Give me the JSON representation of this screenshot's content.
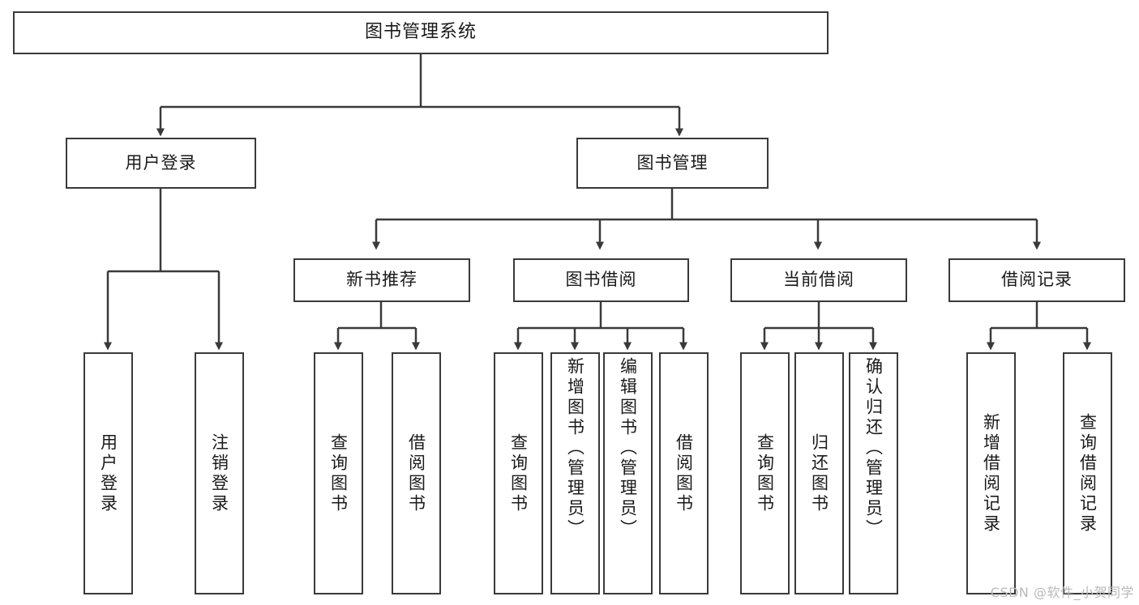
{
  "diagram": {
    "title": "图书管理系统",
    "type": "tree",
    "root": {
      "label": "图书管理系统"
    },
    "level2": [
      {
        "label": "用户登录"
      },
      {
        "label": "图书管理"
      }
    ],
    "level3": [
      {
        "label": "新书推荐"
      },
      {
        "label": "图书借阅"
      },
      {
        "label": "当前借阅"
      },
      {
        "label": "借阅记录"
      }
    ],
    "leaves": {
      "user_login": [
        {
          "label": "用户登录"
        },
        {
          "label": "注销登录"
        }
      ],
      "new_book_recommend": [
        {
          "label": "查询图书"
        },
        {
          "label": "借阅图书"
        }
      ],
      "book_borrow": [
        {
          "label": "查询图书"
        },
        {
          "label": "新增图书（管理员）"
        },
        {
          "label": "编辑图书（管理员）"
        },
        {
          "label": "借阅图书"
        }
      ],
      "current_borrow": [
        {
          "label": "查询图书"
        },
        {
          "label": "归还图书"
        },
        {
          "label": "确认归还（管理员）"
        }
      ],
      "borrow_record": [
        {
          "label": "新增借阅记录"
        },
        {
          "label": "查询借阅记录"
        }
      ]
    }
  },
  "watermark": {
    "text": "CSDN @软件_小贺同学"
  },
  "colors": {
    "border": "#3a3a3a",
    "text": "#1a1a1a",
    "background": "#ffffff",
    "watermark": "#b9b9b9"
  }
}
